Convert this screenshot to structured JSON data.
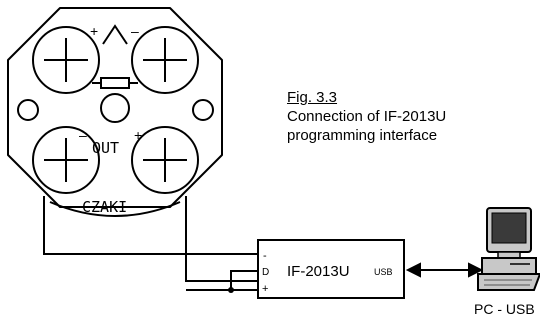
{
  "caption": {
    "figure": "Fig. 3.3",
    "line1": "Connection of IF-2013U",
    "line2": "programming interface"
  },
  "transmitter": {
    "brand": "CZAKI",
    "output_label": "OUT",
    "top_plus": "+",
    "top_minus": "–",
    "out_minus": "–",
    "out_plus": "+"
  },
  "interface": {
    "name": "IF-2013U",
    "usb_label": "USB",
    "pin_minus": "-",
    "pin_d": "D",
    "pin_plus": "+"
  },
  "pc": {
    "label": "PC - USB"
  },
  "colors": {
    "stroke": "#000000",
    "background": "#ffffff",
    "pc_case": "#c8c8c8",
    "pc_screen": "#3a3a3a"
  }
}
